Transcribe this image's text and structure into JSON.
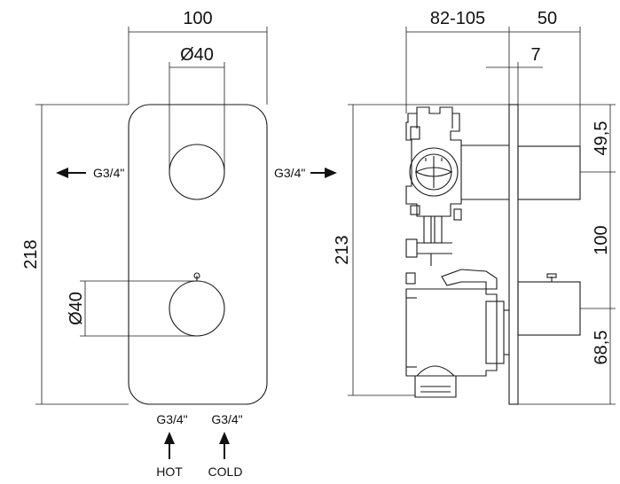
{
  "front_view": {
    "width_dim": "100",
    "upper_handle_dim": "Ø40",
    "lower_handle_dim": "Ø40",
    "height_dim": "218",
    "left_port": "G3/4\"",
    "right_port": "G3/4\"",
    "bottom_ports": [
      {
        "thread": "G3/4\"",
        "label": "HOT"
      },
      {
        "thread": "G3/4\"",
        "label": "COLD"
      }
    ]
  },
  "side_view": {
    "depth_dim": "82-105",
    "handle_depth_dim": "50",
    "plate_thickness_dim": "7",
    "height_dim": "213",
    "right_dims": [
      "49,5",
      "100",
      "68,5"
    ]
  }
}
